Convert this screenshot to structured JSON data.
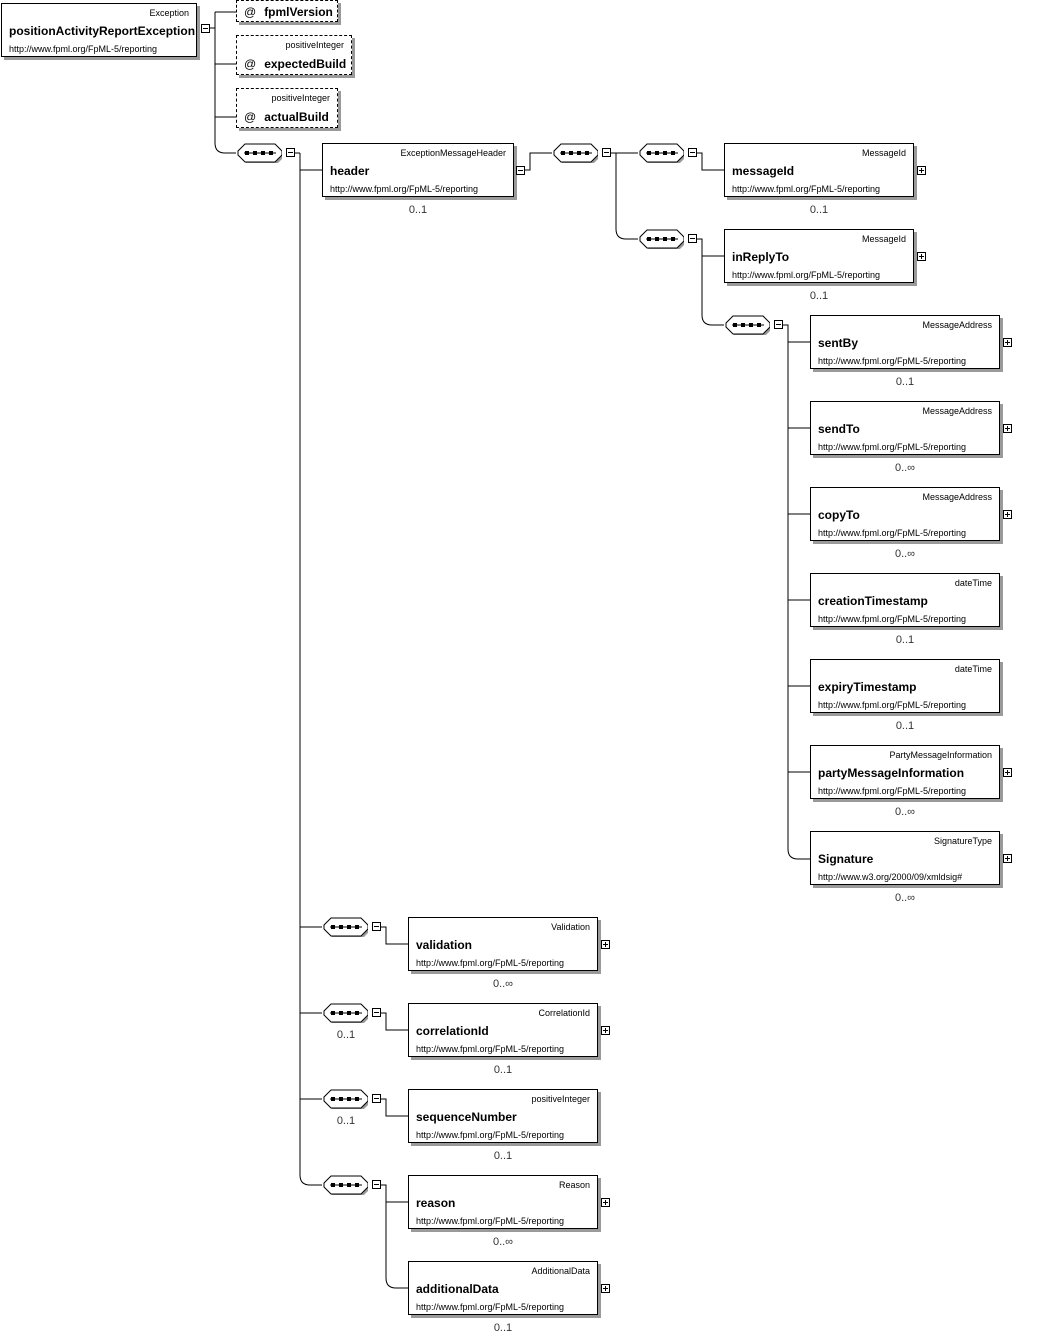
{
  "root": {
    "type": "Exception",
    "name": "positionActivityReportException",
    "ns": "http://www.fpml.org/FpML-5/reporting"
  },
  "attributes": [
    {
      "type": "",
      "name": "fpmlVersion"
    },
    {
      "type": "positiveInteger",
      "name": "expectedBuild"
    },
    {
      "type": "positiveInteger",
      "name": "actualBuild"
    }
  ],
  "attribute_symbol": "@",
  "header": {
    "type": "ExceptionMessageHeader",
    "name": "header",
    "ns": "http://www.fpml.org/FpML-5/reporting",
    "card": "0..1"
  },
  "header_elements": [
    {
      "type": "MessageId",
      "name": "messageId",
      "ns": "http://www.fpml.org/FpML-5/reporting",
      "card": "0..1"
    },
    {
      "type": "MessageId",
      "name": "inReplyTo",
      "ns": "http://www.fpml.org/FpML-5/reporting",
      "card": "0..1"
    }
  ],
  "header_group": [
    {
      "type": "MessageAddress",
      "name": "sentBy",
      "ns": "http://www.fpml.org/FpML-5/reporting",
      "card": "0..1"
    },
    {
      "type": "MessageAddress",
      "name": "sendTo",
      "ns": "http://www.fpml.org/FpML-5/reporting",
      "card": "0..∞"
    },
    {
      "type": "MessageAddress",
      "name": "copyTo",
      "ns": "http://www.fpml.org/FpML-5/reporting",
      "card": "0..∞"
    },
    {
      "type": "dateTime",
      "name": "creationTimestamp",
      "ns": "http://www.fpml.org/FpML-5/reporting",
      "card": "0..1"
    },
    {
      "type": "dateTime",
      "name": "expiryTimestamp",
      "ns": "http://www.fpml.org/FpML-5/reporting",
      "card": "0..1"
    },
    {
      "type": "PartyMessageInformation",
      "name": "partyMessageInformation",
      "ns": "http://www.fpml.org/FpML-5/reporting",
      "card": "0..∞"
    },
    {
      "type": "SignatureType",
      "name": "Signature",
      "ns": "http://www.w3.org/2000/09/xmldsig#",
      "card": "0..∞"
    }
  ],
  "body_elements": [
    {
      "type": "Validation",
      "name": "validation",
      "ns": "http://www.fpml.org/FpML-5/reporting",
      "card": "0..∞",
      "seq_card": ""
    },
    {
      "type": "CorrelationId",
      "name": "correlationId",
      "ns": "http://www.fpml.org/FpML-5/reporting",
      "card": "0..1",
      "seq_card": "0..1"
    },
    {
      "type": "positiveInteger",
      "name": "sequenceNumber",
      "ns": "http://www.fpml.org/FpML-5/reporting",
      "card": "0..1",
      "seq_card": "0..1"
    },
    {
      "type": "Reason",
      "name": "reason",
      "ns": "http://www.fpml.org/FpML-5/reporting",
      "card": "0..∞",
      "seq_card": ""
    },
    {
      "type": "AdditionalData",
      "name": "additionalData",
      "ns": "http://www.fpml.org/FpML-5/reporting",
      "card": "0..1",
      "seq_card": ""
    }
  ]
}
